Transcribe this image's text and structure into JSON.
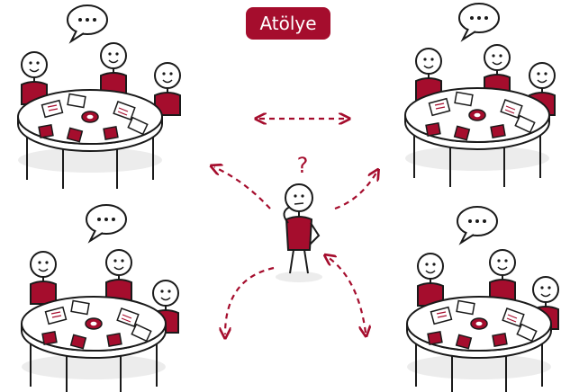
{
  "title_badge": "Atölye",
  "question_mark": "?",
  "colors": {
    "accent": "#a50d2d",
    "ink": "#1a1a1a",
    "table": "#ffffff",
    "shadow": "#ececec"
  },
  "speech_bubble_text": "…",
  "scene": {
    "tables": [
      {
        "id": "top-left",
        "people": 3
      },
      {
        "id": "top-right",
        "people": 3
      },
      {
        "id": "bottom-left",
        "people": 3
      },
      {
        "id": "bottom-right",
        "people": 3
      }
    ],
    "center_person": {
      "icon": "thinking-person"
    },
    "arrows": [
      "left-right",
      "up-left",
      "up-right",
      "down-left",
      "down-right"
    ]
  }
}
